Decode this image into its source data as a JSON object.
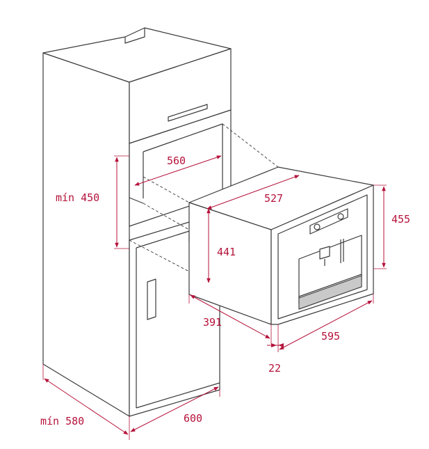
{
  "accent_color": "#b5123a",
  "line_color": "#3a3a3a",
  "dimensions": {
    "min_450": "mín 450",
    "w560": "560",
    "d527": "527",
    "h455": "455",
    "h441": "441",
    "d391": "391",
    "w595": "595",
    "t22": "22",
    "w600": "600",
    "min_580": "mín 580"
  }
}
